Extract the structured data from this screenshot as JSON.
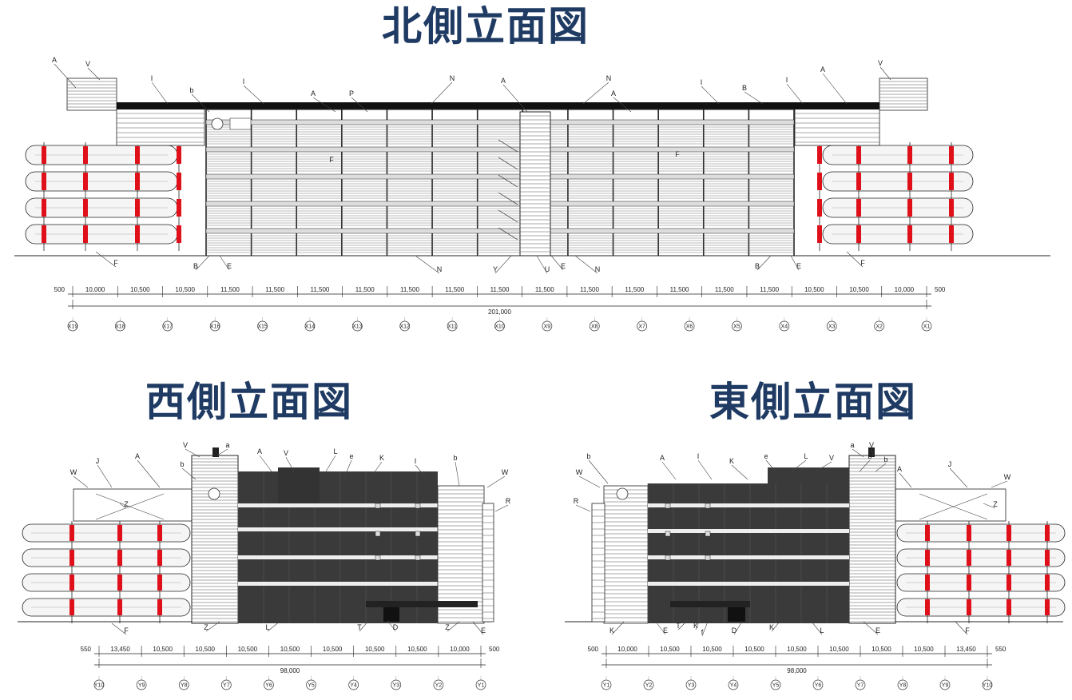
{
  "titles": {
    "north": "北側立面図",
    "west": "西側立面図",
    "east": "東側立面図"
  },
  "colors": {
    "title": "#1f3b63",
    "accent_red": "#e0101a",
    "dark_facade": "#3a3a3a",
    "line": "#222222"
  },
  "north": {
    "top_labels": [
      "A",
      "V",
      "I",
      "b",
      "I",
      "A",
      "P",
      "N",
      "A",
      "N",
      "A",
      "I",
      "B",
      "I",
      "A",
      "V"
    ],
    "bottom_labels": [
      "F",
      "B",
      "E",
      "N",
      "Y",
      "U",
      "E",
      "N",
      "B",
      "E",
      "F"
    ],
    "inner_labels": [
      "F",
      "F"
    ],
    "end_offsets": [
      "500",
      "500"
    ],
    "spans": [
      "10,000",
      "10,500",
      "10,500",
      "11,500",
      "11,500",
      "11,500",
      "11,500",
      "11,500",
      "11,500",
      "11,500",
      "11,500",
      "11,500",
      "11,500",
      "11,500",
      "11,500",
      "11,500",
      "10,500",
      "10,500",
      "10,000"
    ],
    "total": "201,000",
    "grid": [
      "X19",
      "X18",
      "X17",
      "X16",
      "X15",
      "X14",
      "X13",
      "X12",
      "X11",
      "X10",
      "X9",
      "X8",
      "X7",
      "X6",
      "X5",
      "X4",
      "X3",
      "X2",
      "X1"
    ]
  },
  "west": {
    "top_labels": [
      "V",
      "a",
      "W",
      "J",
      "A",
      "b",
      "A",
      "V",
      "L",
      "e",
      "K",
      "I",
      "b",
      "W",
      "R",
      "Z"
    ],
    "bottom_labels": [
      "F",
      "Z",
      "L",
      "T",
      "D",
      "Z",
      "E"
    ],
    "end_offsets": [
      "550",
      "500"
    ],
    "spans": [
      "13,450",
      "10,500",
      "10,500",
      "10,500",
      "10,500",
      "10,500",
      "10,500",
      "10,500",
      "10,000"
    ],
    "total": "98,000",
    "grid": [
      "Y10",
      "Y9",
      "Y8",
      "Y7",
      "Y6",
      "Y5",
      "Y4",
      "Y3",
      "Y2",
      "Y1"
    ]
  },
  "east": {
    "top_labels": [
      "a",
      "V",
      "b",
      "A",
      "I",
      "K",
      "e",
      "L",
      "V",
      "b",
      "b",
      "W",
      "A",
      "J",
      "W",
      "R",
      "Z"
    ],
    "bottom_labels": [
      "K",
      "E",
      "T",
      "K",
      "f",
      "D",
      "K",
      "L",
      "E",
      "F"
    ],
    "end_offsets": [
      "500",
      "550"
    ],
    "spans": [
      "10,000",
      "10,500",
      "10,500",
      "10,500",
      "10,500",
      "10,500",
      "10,500",
      "10,500",
      "13,450"
    ],
    "total": "98,000",
    "grid": [
      "Y1",
      "Y2",
      "Y3",
      "Y4",
      "Y5",
      "Y6",
      "Y7",
      "Y8",
      "Y9",
      "Y10"
    ]
  }
}
